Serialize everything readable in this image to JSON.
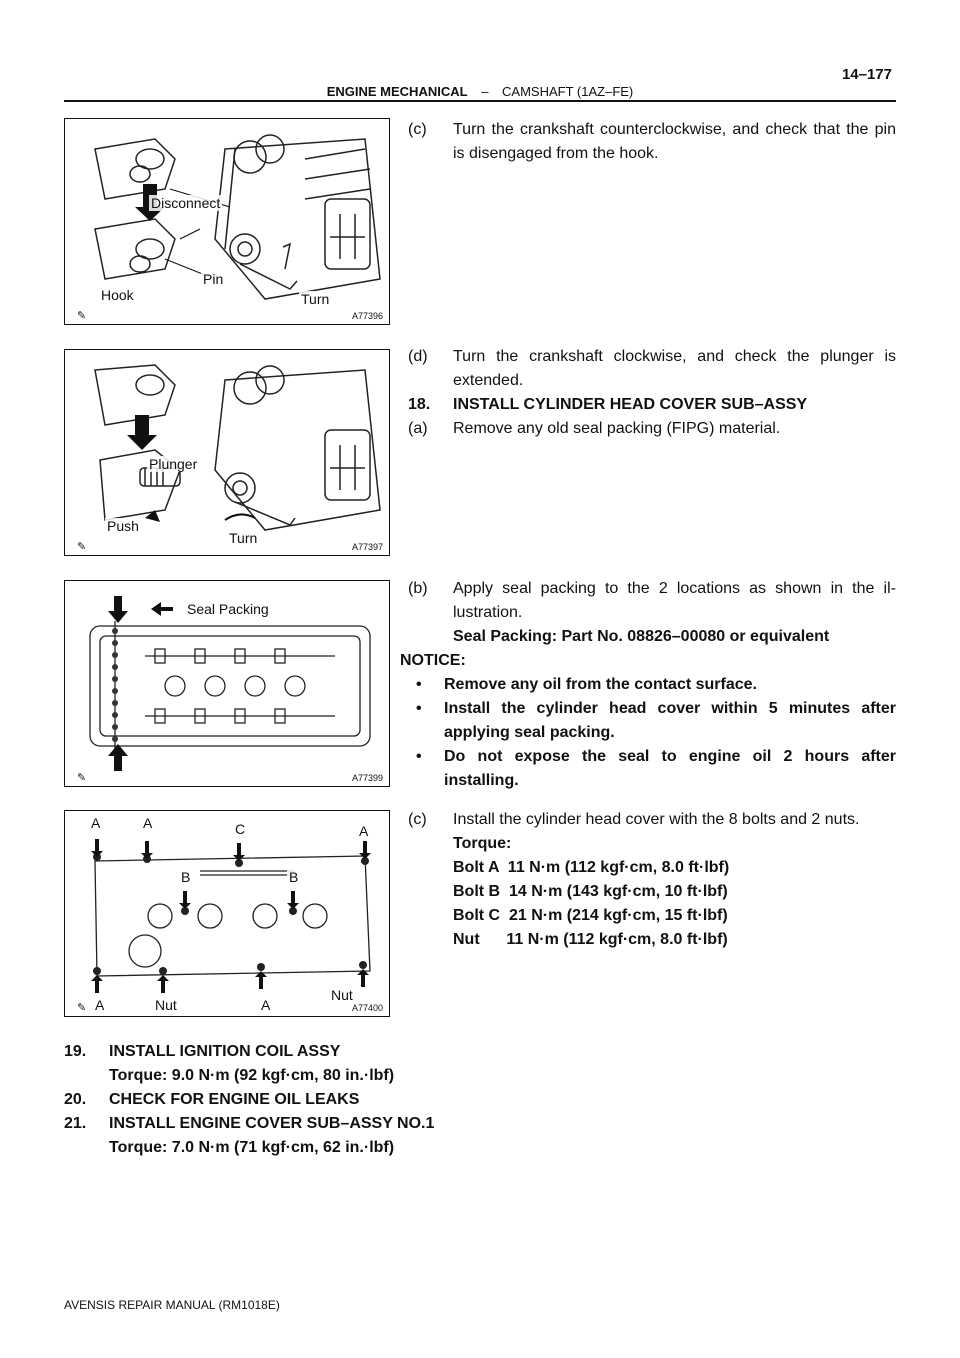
{
  "header": {
    "section": "ENGINE MECHANICAL",
    "separator": "–",
    "subsection": "CAMSHAFT (1AZ–FE)",
    "page": "14–177"
  },
  "figures": [
    {
      "code": "A77396",
      "labels": {
        "disconnect": "Disconnect",
        "pin": "Pin",
        "hook": "Hook",
        "turn": "Turn"
      }
    },
    {
      "code": "A77397",
      "labels": {
        "plunger": "Plunger",
        "push": "Push",
        "turn": "Turn"
      }
    },
    {
      "code": "A77399",
      "labels": {
        "seal": "Seal Packing"
      }
    },
    {
      "code": "A77400",
      "labels": {
        "a": "A",
        "b": "B",
        "c": "C",
        "nut": "Nut"
      }
    }
  ],
  "steps": {
    "c1": {
      "tag": "(c)",
      "text": "Turn the crankshaft counterclockwise, and check that the pin is disengaged from the hook."
    },
    "d": {
      "tag": "(d)",
      "text": "Turn the crankshaft clockwise, and check the plunger is extended."
    },
    "s18": {
      "tag": "18.",
      "text": "INSTALL CYLINDER HEAD COVER SUB–ASSY"
    },
    "a": {
      "tag": "(a)",
      "text": "Remove any old seal packing (FIPG) material."
    },
    "b": {
      "tag": "(b)",
      "text": "Apply seal packing to the 2 locations as shown in the il- lustration.",
      "spec": "Seal Packing: Part No. 08826–00080 or equivalent"
    },
    "notice": {
      "label": "NOTICE:",
      "items": [
        "Remove any oil from the contact surface.",
        "Install the cylinder head cover within 5 minutes after applying seal packing.",
        "Do not expose the seal to engine oil 2 hours after installing."
      ]
    },
    "c2": {
      "tag": "(c)",
      "text": "Install the cylinder head cover with the 8 bolts and 2 nuts.",
      "torque_label": "Torque:",
      "torques": [
        "Bolt A  11 N·m (112 kgf·cm, 8.0 ft·lbf)",
        "Bolt B  14 N·m (143 kgf·cm, 10 ft·lbf)",
        "Bolt C  21 N·m (214 kgf·cm, 15 ft·lbf)",
        "Nut      11 N·m (112 kgf·cm, 8.0 ft·lbf)"
      ]
    }
  },
  "bottom_steps": [
    {
      "tag": "19.",
      "text": "INSTALL IGNITION COIL ASSY",
      "sub": "Torque: 9.0 N·m (92 kgf·cm, 80 in.·lbf)"
    },
    {
      "tag": "20.",
      "text": "CHECK FOR ENGINE OIL LEAKS",
      "sub": ""
    },
    {
      "tag": "21.",
      "text": "INSTALL ENGINE COVER SUB–ASSY NO.1",
      "sub": "Torque: 7.0 N·m (71 kgf·cm, 62 in.·lbf)"
    }
  ],
  "footer": "AVENSIS REPAIR MANUAL   (RM1018E)"
}
